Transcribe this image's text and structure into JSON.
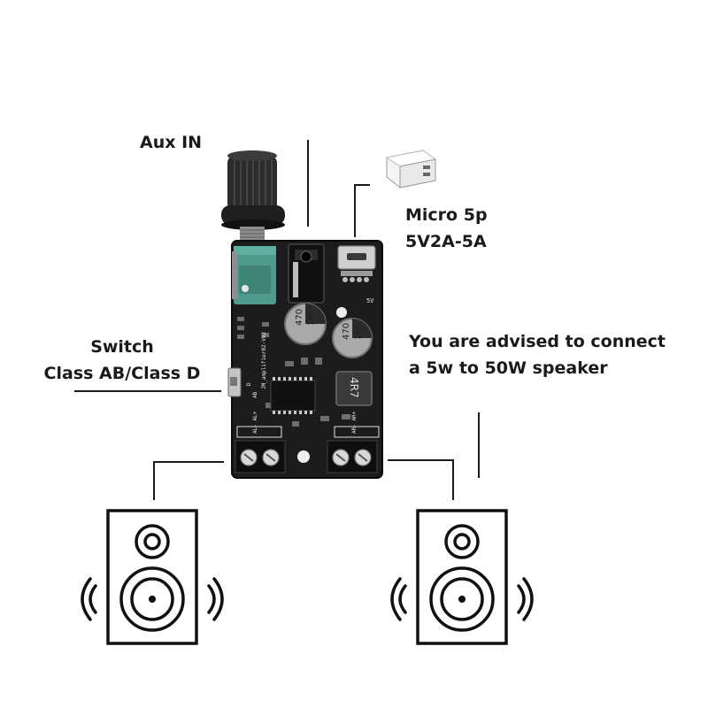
{
  "labels": {
    "aux_in": "Aux IN",
    "micro_line1": "Micro 5p",
    "micro_line2": "5V2A-5A",
    "switch_line1": "Switch",
    "switch_line2": "Class AB/Class D",
    "advice_line1": "You are advised to connect",
    "advice_line2": "a 5w to 50W speaker"
  },
  "board": {
    "model": "JM_amplifier02-V02",
    "inductor": "4R7",
    "cap_left_value": "470",
    "cap_left_voltage": "16V",
    "cap_right_value": "470",
    "cap_right_voltage": "16V",
    "usb_label": "5V",
    "left_terminal": "AL- AL+",
    "right_terminal": "AR- AR+",
    "switch_a": "D",
    "switch_b": "AB"
  },
  "colors": {
    "pcb": "#1c1c1c",
    "potentiometer": "#4f9a8e",
    "line": "#1a1a1a"
  }
}
